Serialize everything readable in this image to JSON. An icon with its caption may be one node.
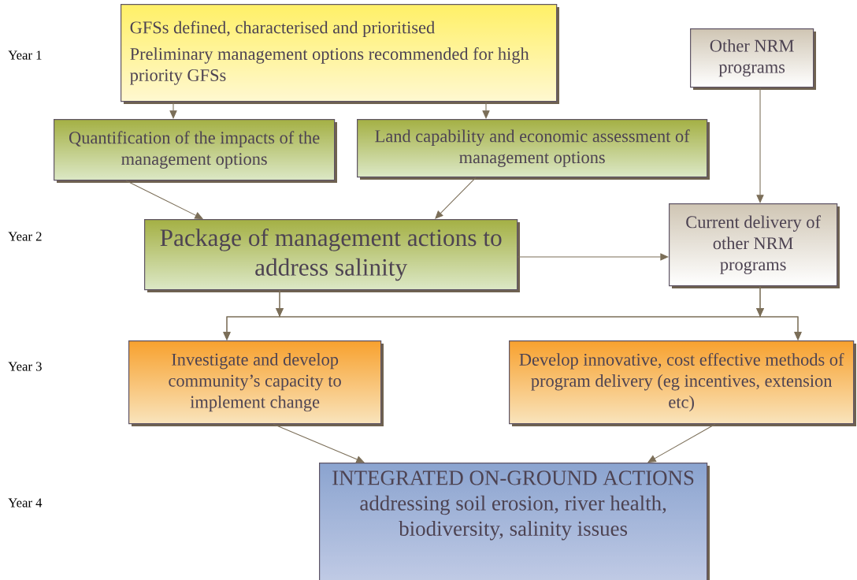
{
  "diagram": {
    "nodes": [
      {
        "text": [
          "GFSs defined, characterised and prioritised",
          "Preliminary management options recommended for high priority GFSs"
        ]
      },
      {
        "text": [
          "Other NRM programs"
        ]
      },
      {
        "text": [
          "Quantification of the impacts of the management options"
        ]
      },
      {
        "text": [
          "Land capability and economic assessment of management options"
        ]
      },
      {
        "text": [
          "Package of management actions to address salinity"
        ]
      },
      {
        "text": [
          "Current delivery of other NRM programs"
        ]
      },
      {
        "text": [
          "Investigate and develop community’s capacity to implement change"
        ]
      },
      {
        "text": [
          "Develop innovative, cost effective methods of program delivery (eg incentives, extension etc)"
        ]
      },
      {
        "text": [
          "INTEGRATED ON-GROUND ACTIONS addressing soil erosion, river health, biodiversity, salinity issues"
        ]
      }
    ],
    "edges": [
      {
        "from": 0,
        "to": 2,
        "arrow": "to"
      },
      {
        "from": 0,
        "to": 3,
        "arrow": "to"
      },
      {
        "from": 1,
        "to": 5,
        "arrow": "to"
      },
      {
        "from": 2,
        "to": 4,
        "arrow": "to"
      },
      {
        "from": 3,
        "to": 4,
        "arrow": "to"
      },
      {
        "from": 4,
        "to": 5,
        "arrow": "to"
      },
      {
        "from": 4,
        "to": 6,
        "arrow": "to"
      },
      {
        "from": 4,
        "to": 7,
        "arrow": "to"
      },
      {
        "from": 5,
        "to": 6,
        "arrow": "to"
      },
      {
        "from": 5,
        "to": 7,
        "arrow": "to"
      },
      {
        "from": 6,
        "to": 8,
        "arrow": "to"
      },
      {
        "from": 7,
        "to": 8,
        "arrow": "to"
      }
    ],
    "labels": [
      "Year 1",
      "Year 2",
      "Year 3",
      "Year 4"
    ]
  }
}
